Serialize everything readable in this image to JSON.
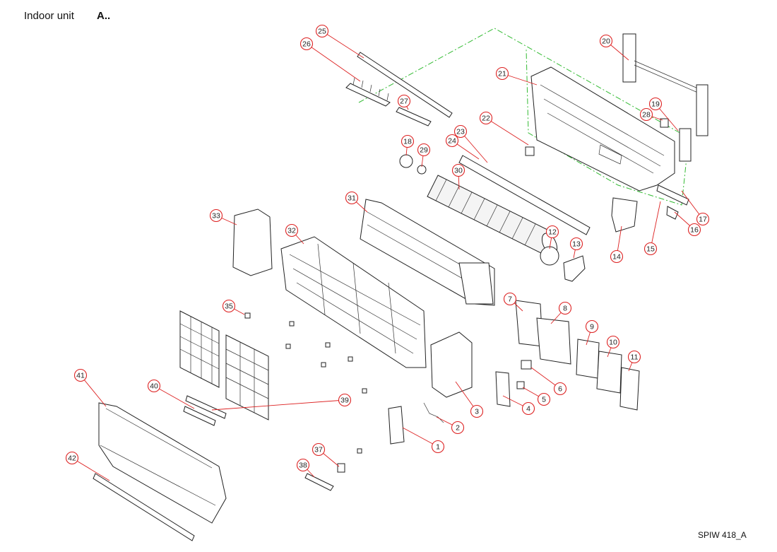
{
  "header": {
    "title": "Indoor unit",
    "variant": "A.."
  },
  "footer": {
    "code": "SPIW 418_A"
  },
  "callouts": [
    "1",
    "2",
    "3",
    "4",
    "5",
    "6",
    "7",
    "8",
    "9",
    "10",
    "11",
    "12",
    "13",
    "14",
    "15",
    "16",
    "17",
    "18",
    "19",
    "20",
    "21",
    "22",
    "23",
    "24",
    "25",
    "26",
    "27",
    "28",
    "29",
    "30",
    "31",
    "32",
    "33",
    "35",
    "37",
    "38",
    "39",
    "40",
    "41",
    "42"
  ],
  "colors": {
    "callout": "#dd2222",
    "boundary": "#33bb33",
    "line": "#222222"
  }
}
